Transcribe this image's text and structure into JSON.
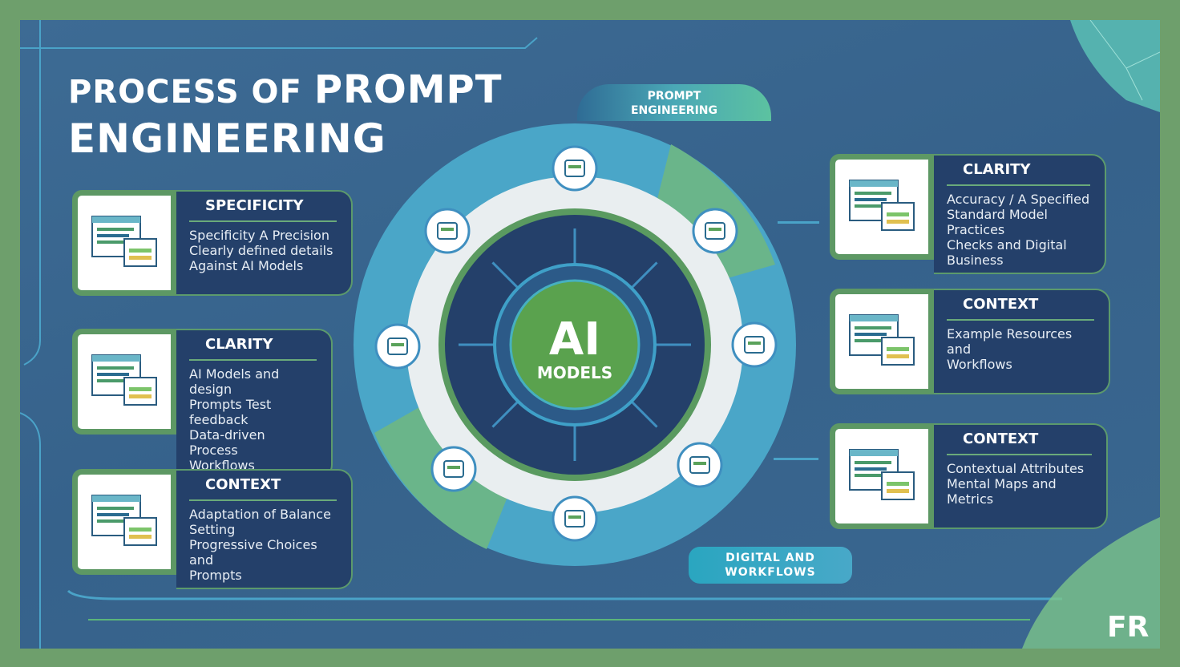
{
  "title": {
    "line1_small": "PROCESS OF",
    "line1_big": "PROMPT",
    "line2": "ENGINEERING"
  },
  "top_badge": {
    "line1": "PROMPT",
    "line2": "ENGINEERING"
  },
  "bottom_badge": {
    "line1": "DIGITAL AND",
    "line2": "WORKFLOWS"
  },
  "center": {
    "big": "AI",
    "small": "MODELS"
  },
  "left_cards": [
    {
      "title": "SPECIFICITY",
      "lines": [
        "Specificity A Precision",
        "Clearly defined details",
        "Against AI Models"
      ]
    },
    {
      "title": "CLARITY",
      "lines": [
        "AI Models and design",
        "Prompts Test feedback",
        "Data-driven Process",
        "Workflows"
      ]
    },
    {
      "title": "CONTEXT",
      "lines": [
        "Adaptation of Balance Setting",
        "Progressive Choices and",
        "Prompts"
      ]
    }
  ],
  "right_cards": [
    {
      "title": "CLARITY",
      "lines": [
        "Accuracy / A Specified",
        "Standard Model Practices",
        "Checks and Digital",
        "Business"
      ]
    },
    {
      "title": "CONTEXT",
      "lines": [
        "Example Resources and",
        "Workflows"
      ]
    },
    {
      "title": "CONTEXT",
      "lines": [
        "Contextual Attributes",
        "Mental Maps and",
        "Metrics"
      ]
    }
  ],
  "node_icons": [
    "robot-icon",
    "ai-badge-icon",
    "chat-bot-icon",
    "network-icon",
    "cube-icon",
    "server-icon",
    "document-stack-icon",
    "book-icon"
  ],
  "logo": "FR",
  "colors": {
    "bg": "#3a6790",
    "frame": "#6e9f6c",
    "green": "#5aa25a",
    "teal": "#4aa3c8",
    "navy": "#24406a"
  }
}
